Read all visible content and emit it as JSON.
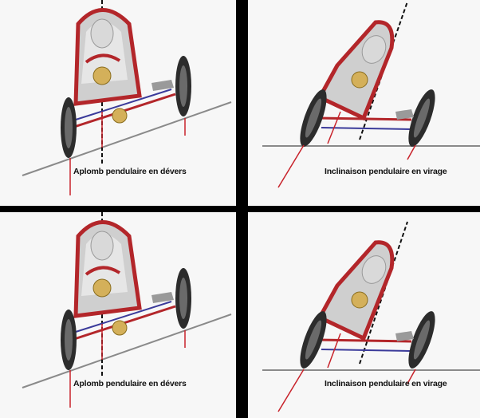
{
  "panels": [
    {
      "caption": "Aplomb pendulaire en dévers"
    },
    {
      "caption": "Inclinaison pendulaire en virage"
    },
    {
      "caption": "Aplomb pendulaire en dévers"
    },
    {
      "caption": "Inclinaison pendulaire en virage"
    }
  ],
  "colors": {
    "frame": "#b3262a",
    "panel_bg": "#f7f7f7",
    "guide_line": "#111111",
    "force_arrow": "#c8222a",
    "ground": "#8a8a8a"
  }
}
